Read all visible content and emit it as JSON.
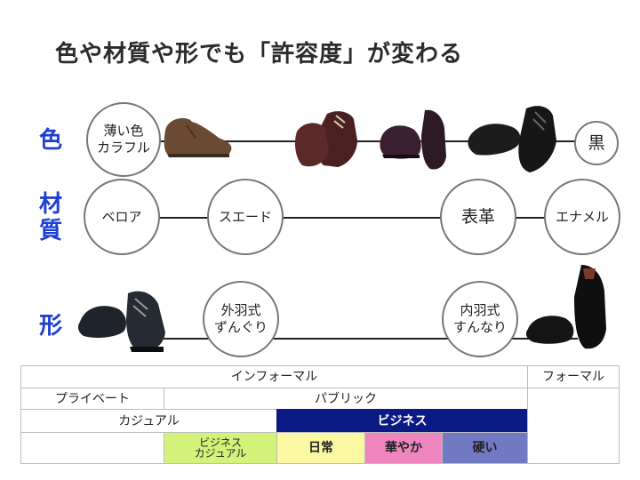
{
  "title": "色や材質や形でも「許容度」が変わる",
  "rows": {
    "color": "色",
    "material": "材\n質",
    "shape": "形"
  },
  "circles": {
    "light_colorful": "薄い色\nカラフル",
    "black": "黒",
    "velour": "ベロア",
    "suede": "スエード",
    "leather": "表革",
    "enamel": "エナメル",
    "open_lacing": "外羽式\nずんぐり",
    "closed_lacing": "内羽式\nすんなり"
  },
  "table": {
    "informal": "インフォーマル",
    "formal": "フォーマル",
    "private": "プライベート",
    "public": "パブリック",
    "casual": "カジュアル",
    "business": "ビジネス",
    "business_casual": "ビジネス\nカジュアル",
    "everyday": "日常",
    "flashy": "華やか",
    "stiff": "硬い"
  },
  "colors": {
    "row_label": "#1e3fd6",
    "business": "#0c1a85",
    "business_casual": "#d2f27a",
    "everyday": "#fbf7a3",
    "flashy": "#ef86bf",
    "stiff": "#7179c2"
  },
  "icons": [
    "shoe-icon"
  ]
}
